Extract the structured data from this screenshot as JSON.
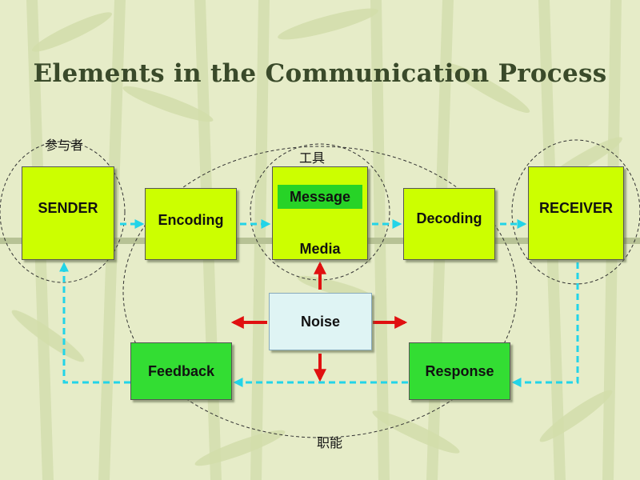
{
  "title": "Elements in the Communication Process",
  "annotations": {
    "participants": "参与者",
    "tools": "工具",
    "functions": "职能"
  },
  "boxes": {
    "sender": "SENDER",
    "encoding": "Encoding",
    "message": "Message",
    "media": "Media",
    "decoding": "Decoding",
    "receiver": "RECEIVER",
    "noise": "Noise",
    "feedback": "Feedback",
    "response": "Response"
  },
  "colors": {
    "background": "#e6ecc8",
    "process_box": "#ccff00",
    "message_box": "#27d327",
    "feedback_box": "#33dd33",
    "noise_box": "#dff4f4",
    "dashed_arrow": "#22d4e8",
    "noise_arrow": "#e01010",
    "title": "#3a4a2a"
  }
}
